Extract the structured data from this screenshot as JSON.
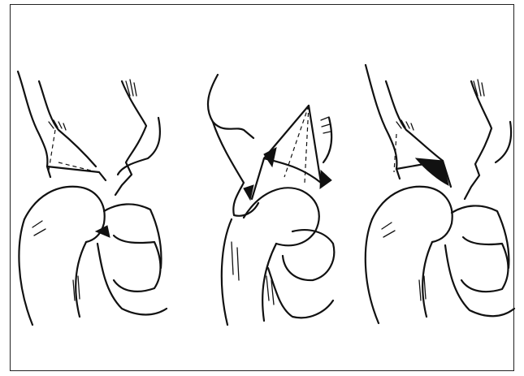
{
  "figure": {
    "panels": [
      {
        "id": "left",
        "description_icon": "hip-joint-drawing-icon"
      },
      {
        "id": "middle",
        "description_icon": "hip-joint-wedge-drawing-icon"
      },
      {
        "id": "right",
        "description_icon": "hip-joint-graft-drawing-icon"
      }
    ],
    "colors": {
      "ink": "#111111",
      "background": "#ffffff",
      "frame": "#222222"
    }
  }
}
